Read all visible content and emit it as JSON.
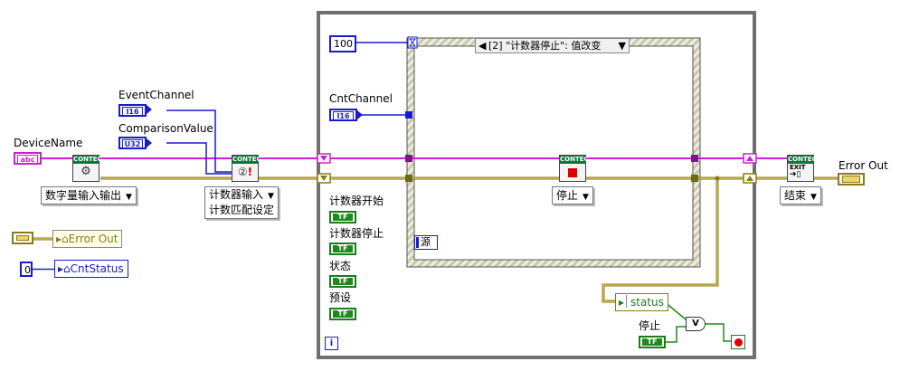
{
  "main_loop": {
    "iteration_terminal": "i"
  },
  "event_structure": {
    "case_selector": "[2] \"计数器停止\": 值改变",
    "source_node": "源",
    "timeout_value": "100"
  },
  "vis": {
    "vendor_header": "CONTEC",
    "exit_header": "EXIT"
  },
  "controls": {
    "device_name": {
      "label": "DeviceName",
      "type_tag": "abc"
    },
    "event_channel": {
      "label": "EventChannel",
      "type_tag": "I16"
    },
    "comparison_value": {
      "label": "ComparisonValue",
      "type_tag": "U32"
    },
    "cnt_channel": {
      "label": "CntChannel",
      "type_tag": "I16"
    }
  },
  "rings": {
    "digital_io": "数字量输入输出",
    "counter_input_line1": "计数器输入",
    "counter_input_line2": "计数匹配设定",
    "stop": "停止",
    "end": "结束"
  },
  "indicators": {
    "error_out_main": "Error Out",
    "error_out_local": "Error Out",
    "cnt_status": "CntStatus",
    "status_local": "status"
  },
  "constants": {
    "zero": "0",
    "error_tag": "|▫▫▫|",
    "bool_tag": "TF"
  },
  "booleans": {
    "counter_start": "计数器开始",
    "counter_stop": "计数器停止",
    "state": "状态",
    "preset": "预设",
    "stop_local": "停止"
  },
  "logic": {
    "or_gate_symbol": "V"
  }
}
